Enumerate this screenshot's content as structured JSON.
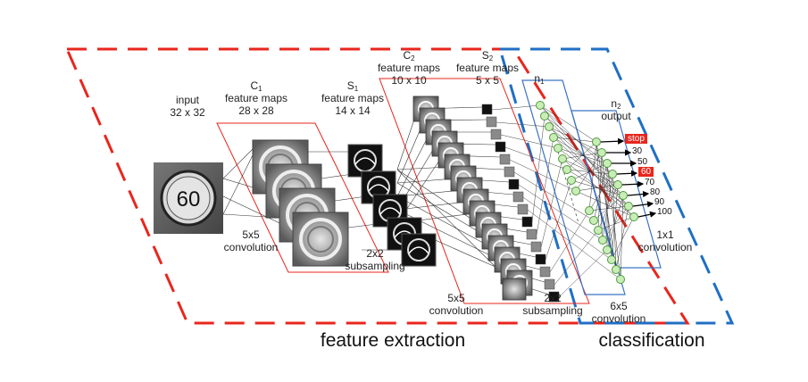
{
  "diagram": {
    "input": {
      "title": "input",
      "size": "32 x 32",
      "sign_value": "60"
    },
    "c1": {
      "letter": "C",
      "sub": "1",
      "title": "feature maps",
      "size": "28 x 28"
    },
    "s1": {
      "letter": "S",
      "sub": "1",
      "title": "feature maps",
      "size": "14 x 14"
    },
    "c2": {
      "letter": "C",
      "sub": "2",
      "title": "feature maps",
      "size": "10 x 10"
    },
    "s2": {
      "letter": "S",
      "sub": "2",
      "title": "feature maps",
      "size": "5 x 5"
    },
    "n1": {
      "letter": "n",
      "sub": "1"
    },
    "n2": {
      "letter": "n",
      "sub": "2",
      "title": "output"
    },
    "ops": {
      "conv1": [
        "5x5",
        "convolution"
      ],
      "sub1": [
        "2x2",
        "subsampling"
      ],
      "conv2": [
        "5x5",
        "convolution"
      ],
      "sub2": [
        "2x2",
        "subsampling"
      ],
      "conv3": [
        "6x5",
        "convolution"
      ],
      "conv4": [
        "1x1",
        "convolution"
      ]
    },
    "outputs": [
      "stop",
      "30",
      "50",
      "60",
      "70",
      "80",
      "90",
      "100"
    ],
    "highlighted_outputs": [
      "stop",
      "60"
    ],
    "sections": {
      "feature": "feature extraction",
      "classification": "classification"
    },
    "colors": {
      "feature_box": "#e8261d",
      "classification_box": "#1f6fc5",
      "neuron": "#c9ecb8",
      "neuron_border": "#4e9c3a",
      "layer_box": "#3b73c4"
    }
  }
}
